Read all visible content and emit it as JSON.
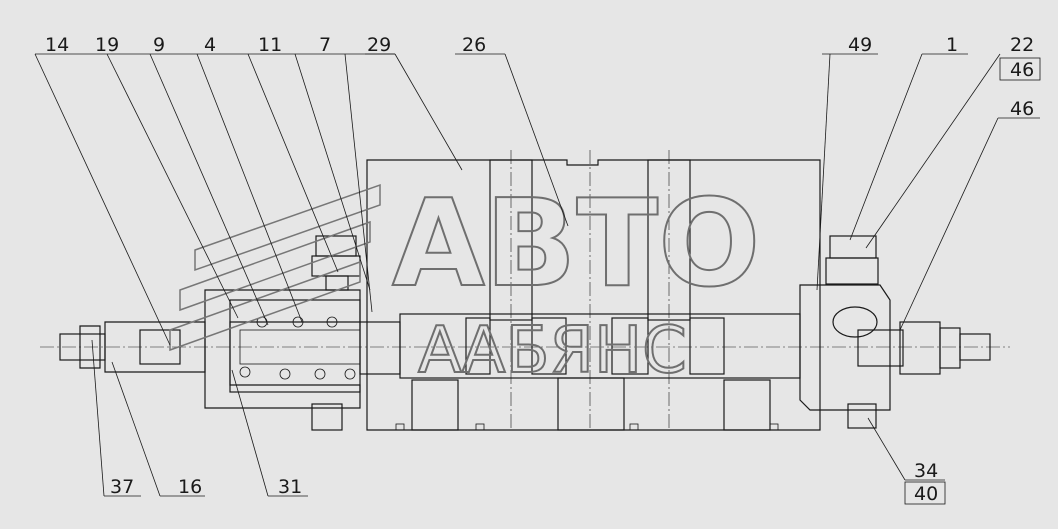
{
  "drawing": {
    "callouts": [
      {
        "id": "c14",
        "label": "14"
      },
      {
        "id": "c19",
        "label": "19"
      },
      {
        "id": "c9",
        "label": "9"
      },
      {
        "id": "c4",
        "label": "4"
      },
      {
        "id": "c11",
        "label": "11"
      },
      {
        "id": "c7",
        "label": "7"
      },
      {
        "id": "c29",
        "label": "29"
      },
      {
        "id": "c26",
        "label": "26"
      },
      {
        "id": "c49",
        "label": "49"
      },
      {
        "id": "c1",
        "label": "1"
      },
      {
        "id": "c22",
        "label": "22"
      },
      {
        "id": "c46a",
        "label": "46"
      },
      {
        "id": "c46b",
        "label": "46"
      },
      {
        "id": "c37",
        "label": "37"
      },
      {
        "id": "c16",
        "label": "16"
      },
      {
        "id": "c31",
        "label": "31"
      },
      {
        "id": "c34",
        "label": "34"
      },
      {
        "id": "c40",
        "label": "40"
      }
    ]
  },
  "watermark": {
    "line1": "АВТО",
    "line2": "ААБЯНС"
  }
}
